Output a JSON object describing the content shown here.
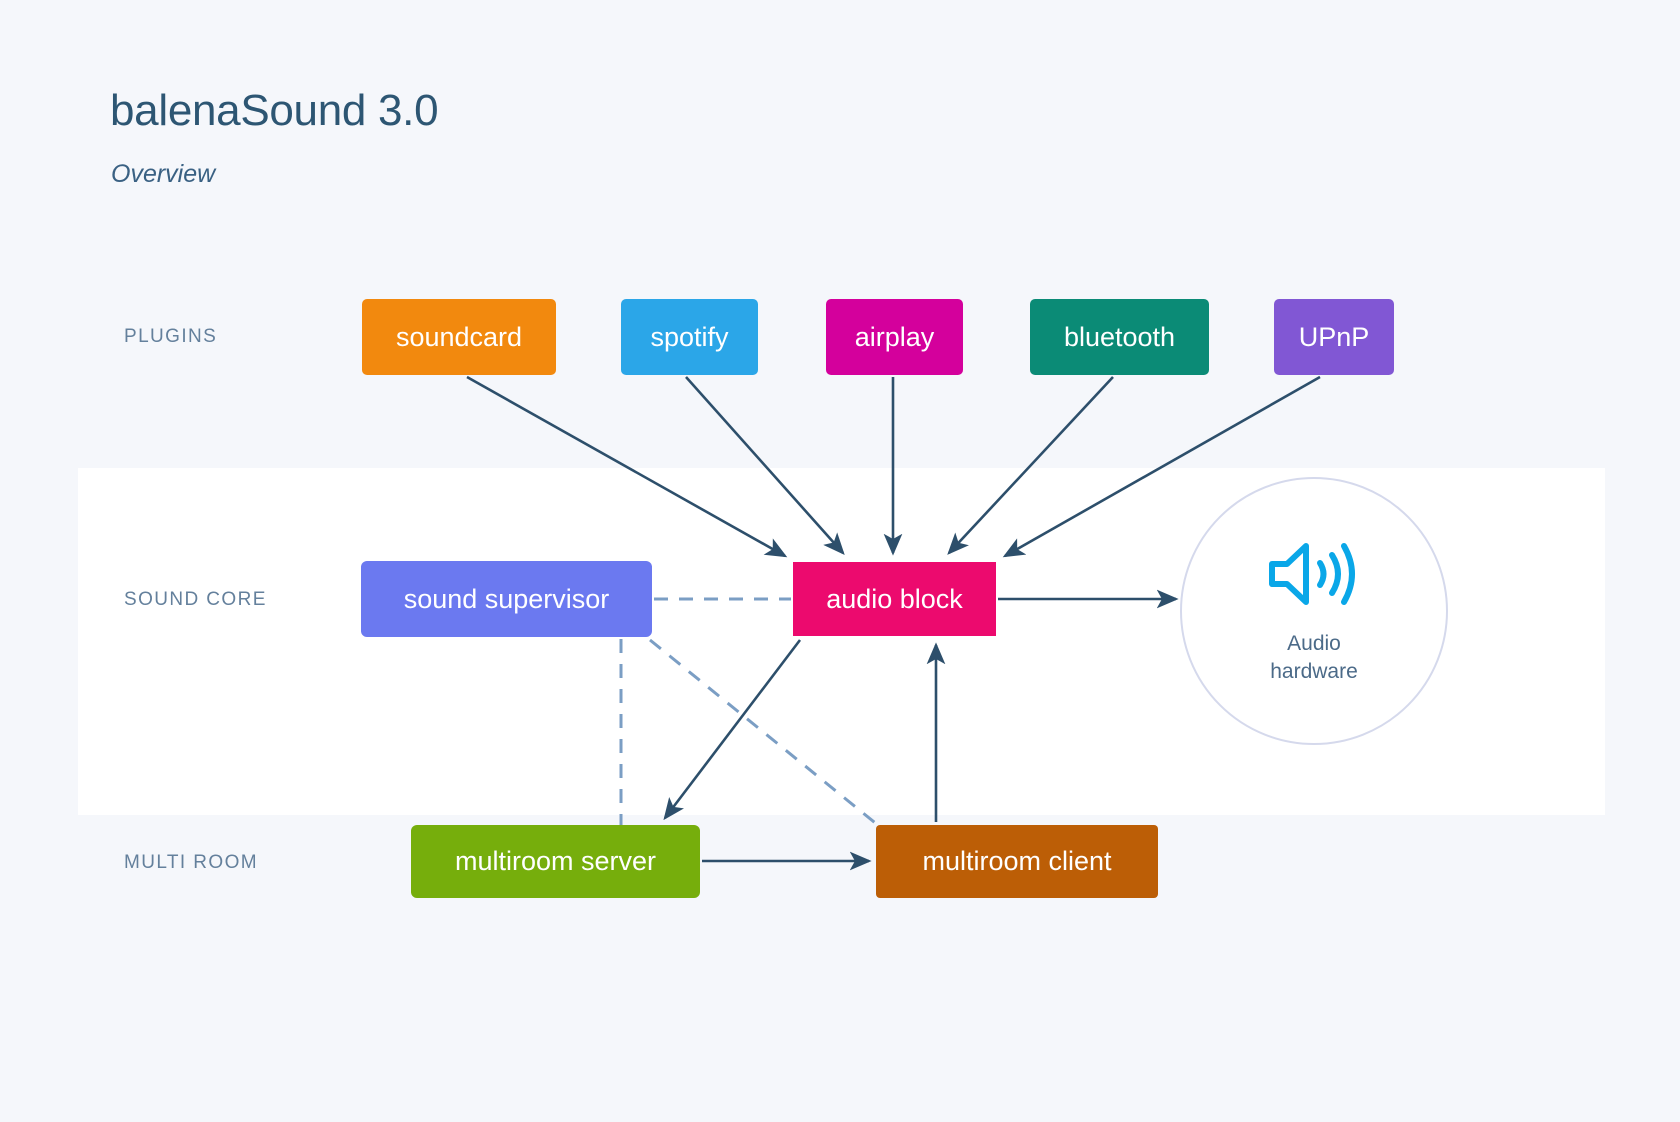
{
  "header": {
    "title": "balenaSound 3.0",
    "subtitle": "Overview"
  },
  "colors": {
    "background": "#f5f7fb",
    "band": "#ffffff",
    "arrow": "#2d4f6b",
    "dashed": "#7b9ec4",
    "label": "#64809c",
    "title": "#2d5673",
    "speaker": "#0aa7e8",
    "circle_border": "#d5d9ec"
  },
  "rows": [
    {
      "id": "plugins",
      "label": "PLUGINS"
    },
    {
      "id": "sound-core",
      "label": "SOUND CORE"
    },
    {
      "id": "multi-room",
      "label": "MULTI ROOM"
    }
  ],
  "plugins": [
    {
      "id": "soundcard",
      "label": "soundcard",
      "color": "#f2890e"
    },
    {
      "id": "spotify",
      "label": "spotify",
      "color": "#2ba6e8"
    },
    {
      "id": "airplay",
      "label": "airplay",
      "color": "#d4009c"
    },
    {
      "id": "bluetooth",
      "label": "bluetooth",
      "color": "#0b8b76"
    },
    {
      "id": "upnp",
      "label": "UPnP",
      "color": "#8157d4"
    }
  ],
  "sound_core": {
    "supervisor": {
      "label": "sound supervisor",
      "color": "#6b79f0"
    },
    "audio_block": {
      "label": "audio block",
      "color": "#ec0a6e"
    },
    "hardware": {
      "label_line1": "Audio",
      "label_line2": "hardware",
      "icon": "speaker-icon"
    }
  },
  "multi_room": {
    "server": {
      "label": "multiroom server",
      "color": "#76ae0c"
    },
    "client": {
      "label": "multiroom client",
      "color": "#bc5e06"
    }
  },
  "connections": [
    {
      "from": "soundcard",
      "to": "audio-block",
      "style": "solid"
    },
    {
      "from": "spotify",
      "to": "audio-block",
      "style": "solid"
    },
    {
      "from": "airplay",
      "to": "audio-block",
      "style": "solid"
    },
    {
      "from": "bluetooth",
      "to": "audio-block",
      "style": "solid"
    },
    {
      "from": "upnp",
      "to": "audio-block",
      "style": "solid"
    },
    {
      "from": "audio-block",
      "to": "audio-hardware",
      "style": "solid"
    },
    {
      "from": "audio-block",
      "to": "multiroom-server",
      "style": "solid"
    },
    {
      "from": "multiroom-server",
      "to": "multiroom-client",
      "style": "solid"
    },
    {
      "from": "multiroom-client",
      "to": "audio-block",
      "style": "solid"
    },
    {
      "from": "sound-supervisor",
      "to": "audio-block",
      "style": "dashed"
    },
    {
      "from": "sound-supervisor",
      "to": "multiroom-server",
      "style": "dashed"
    },
    {
      "from": "sound-supervisor",
      "to": "multiroom-client",
      "style": "dashed"
    }
  ]
}
